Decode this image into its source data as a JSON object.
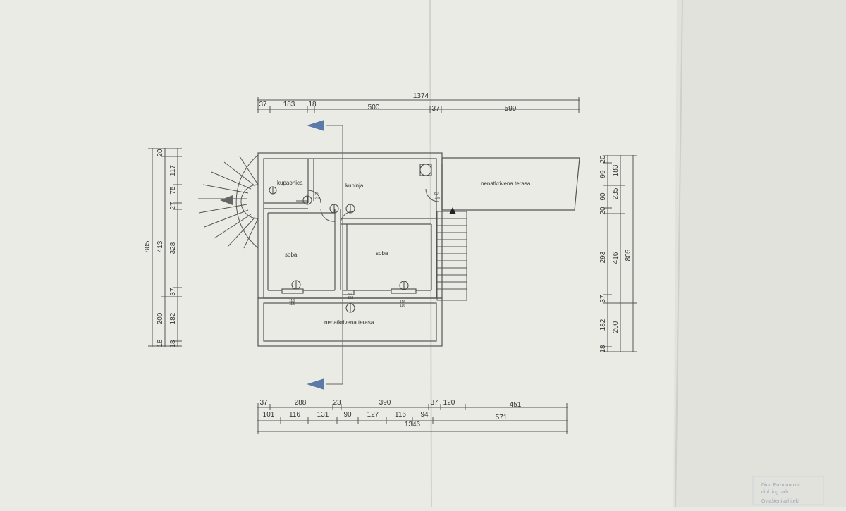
{
  "plan": {
    "rooms": {
      "kupaonica": "kupaonica",
      "kuhinja": "kuhinja",
      "soba_left": "soba",
      "soba_right": "soba",
      "terasa_top": "nenatkrivena terasa",
      "terasa_bottom": "nenatkrivena terasa"
    },
    "door_labels": {
      "d1a": "75",
      "d1b": "202",
      "d2a": "80",
      "d2b": "220",
      "d3a": "80",
      "d3b": "202",
      "w1a": "116",
      "w1b": "116",
      "w2a": "116",
      "w2b": "116"
    }
  },
  "dimensions": {
    "top_total": "1374",
    "top_segments": [
      "37",
      "183",
      "18",
      "500",
      "37",
      "599"
    ],
    "bottom_row1": [
      "37",
      "288",
      "23",
      "390",
      "37",
      "120",
      "451"
    ],
    "bottom_row2": [
      "101",
      "116",
      "131",
      "90",
      "127",
      "116",
      "94",
      "571"
    ],
    "bottom_total": "1346",
    "left_outer": "805",
    "left_mid": [
      "20",
      "413",
      "200",
      "18"
    ],
    "left_inner": [
      "117",
      "75",
      "27",
      "328",
      "37",
      "182",
      "18"
    ],
    "right_inner": [
      "20",
      "99",
      "90",
      "20",
      "293",
      "37",
      "182",
      "18"
    ],
    "right_mid": [
      "183",
      "235",
      "416",
      "200"
    ],
    "right_outer": "805"
  },
  "stamp": {
    "line1": "Dino Rozmanović",
    "line2": "dipl. ing. arh.",
    "line3": "Ovlašteni arhitekt"
  }
}
